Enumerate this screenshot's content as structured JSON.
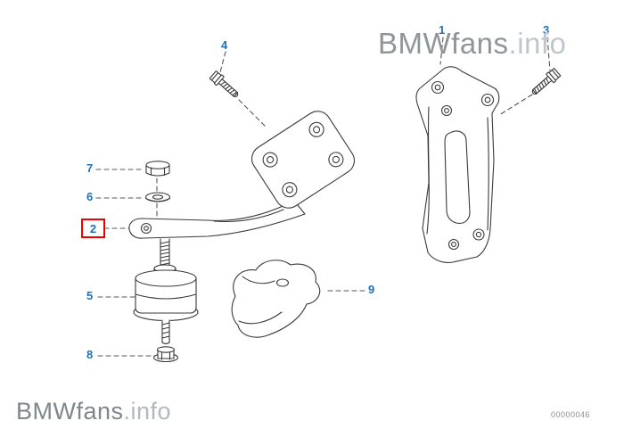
{
  "watermarks": {
    "top": {
      "brand": "BMWfans",
      "suffix": ".info"
    },
    "bottom": {
      "brand": "BMWfans",
      "suffix": ".info"
    }
  },
  "diagram_code": "00000046",
  "callouts": [
    {
      "label": "1"
    },
    {
      "label": "2"
    },
    {
      "label": "3"
    },
    {
      "label": "4"
    },
    {
      "label": "5"
    },
    {
      "label": "6"
    },
    {
      "label": "7"
    },
    {
      "label": "8"
    },
    {
      "label": "9"
    }
  ],
  "highlighted_callout": "2",
  "colors": {
    "callout_blue": "#1f6fb8",
    "highlight_red": "#ee0000",
    "line_color": "#3a3a3a",
    "watermark_gray": "#8e959b"
  }
}
